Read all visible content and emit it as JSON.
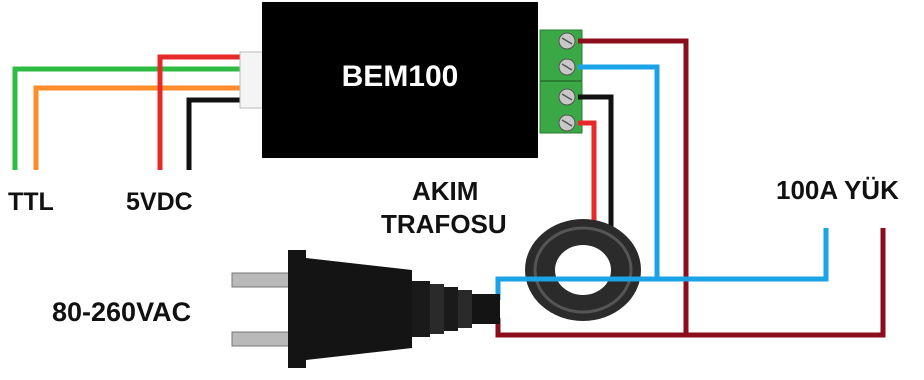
{
  "module": {
    "title": "BEM100"
  },
  "labels": {
    "ttl": "TTL",
    "vdc": "5VDC",
    "ct_line1": "AKIM",
    "ct_line2": "TRAFOSU",
    "load": "100A YÜK",
    "mains": "80-260VAC"
  },
  "colors": {
    "green": "#2dbb44",
    "orange": "#ff8c2a",
    "red": "#e62a2a",
    "black": "#111111",
    "blue": "#1aa3e6",
    "maroon": "#8b0d1e",
    "terminal": "#39a845",
    "module": "#000000"
  },
  "icons": [
    "plug-icon",
    "current-transformer-icon",
    "terminal-block-icon",
    "connector-icon"
  ]
}
